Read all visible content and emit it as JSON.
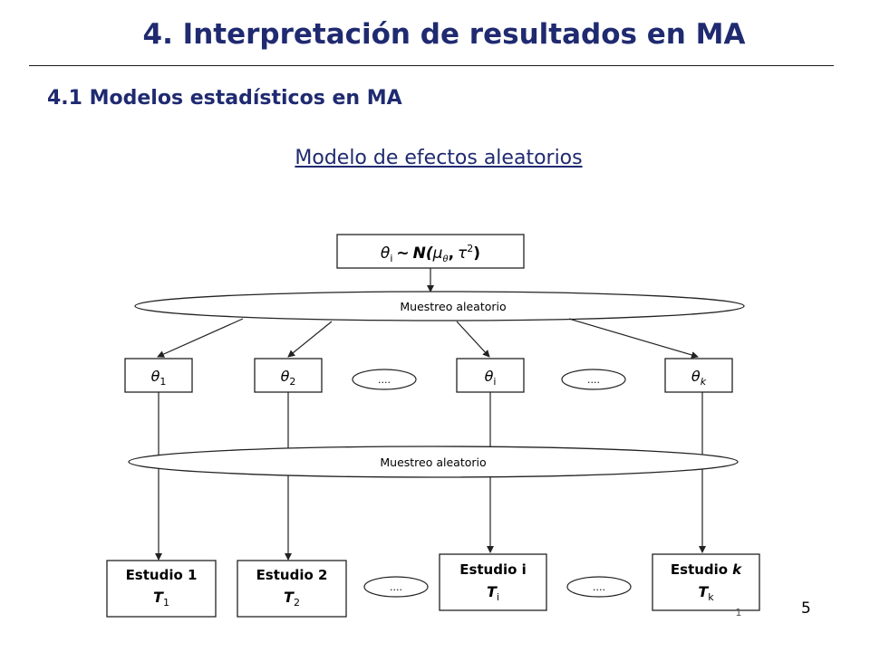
{
  "slide": {
    "title": "4. Interpretación de resultados en MA",
    "subtitle": "4.1 Modelos estadísticos en MA",
    "model_heading": "Modelo de efectos aleatorios",
    "page_number": "5",
    "page_mark": "1"
  },
  "diagram": {
    "top_box": {
      "theta": "θ",
      "sub": "i",
      "tilde": "~",
      "normal": "N(",
      "mu": "μ",
      "mu_sub": "θ",
      "comma": ",",
      "tau": "τ",
      "tau_sup": "2",
      "close": ")"
    },
    "sampling_label_1": "Muestreo aleatorio",
    "sampling_label_2": "Muestreo aleatorio",
    "thetas": [
      {
        "symbol": "θ",
        "sub": "1"
      },
      {
        "symbol": "θ",
        "sub": "2"
      },
      {
        "symbol": "θ",
        "sub": "i"
      },
      {
        "symbol": "θ",
        "sub": "k"
      }
    ],
    "ellipsis_small": "....",
    "studies": [
      {
        "label": "Estudio 1",
        "t": "T",
        "t_sub": "1"
      },
      {
        "label": "Estudio 2",
        "t": "T",
        "t_sub": "2"
      },
      {
        "label": "Estudio i",
        "t": "T",
        "t_sub": "i"
      },
      {
        "label": "Estudio",
        "label_k": "k",
        "t": "T",
        "t_sub": "k"
      }
    ]
  }
}
